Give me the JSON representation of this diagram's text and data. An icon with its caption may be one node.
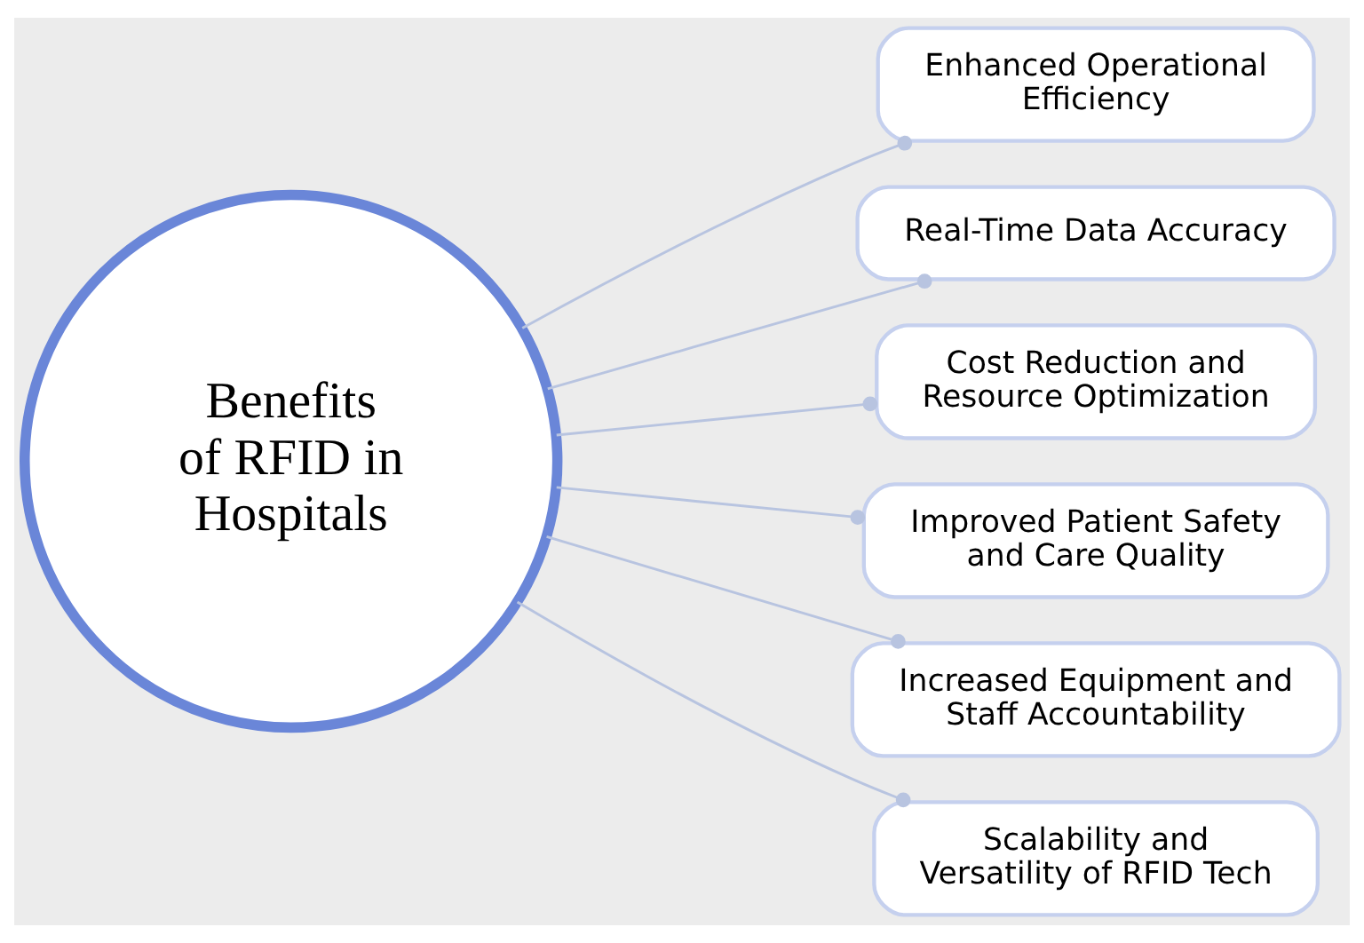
{
  "diagram": {
    "nodes": [
      {
        "text": [
          "Benefits of RFID in Hospitals"
        ]
      },
      {
        "text": [
          "Enhanced Operational Efficiency"
        ]
      },
      {
        "text": [
          "Real-Time Data Accuracy"
        ]
      },
      {
        "text": [
          "Cost Reduction and Resource Optimization"
        ]
      },
      {
        "text": [
          "Improved Patient Safety and Care Quality"
        ]
      },
      {
        "text": [
          "Increased Equipment and Staff Accountability"
        ]
      },
      {
        "text": [
          "Scalability and Versatility of RFID Tech"
        ]
      }
    ],
    "edges": [
      {
        "from": 0,
        "to": 1,
        "arrow": "other"
      },
      {
        "from": 0,
        "to": 2,
        "arrow": "other"
      },
      {
        "from": 0,
        "to": 3,
        "arrow": "other"
      },
      {
        "from": 0,
        "to": 4,
        "arrow": "other"
      },
      {
        "from": 0,
        "to": 5,
        "arrow": "other"
      },
      {
        "from": 0,
        "to": 6,
        "arrow": "other"
      }
    ]
  }
}
